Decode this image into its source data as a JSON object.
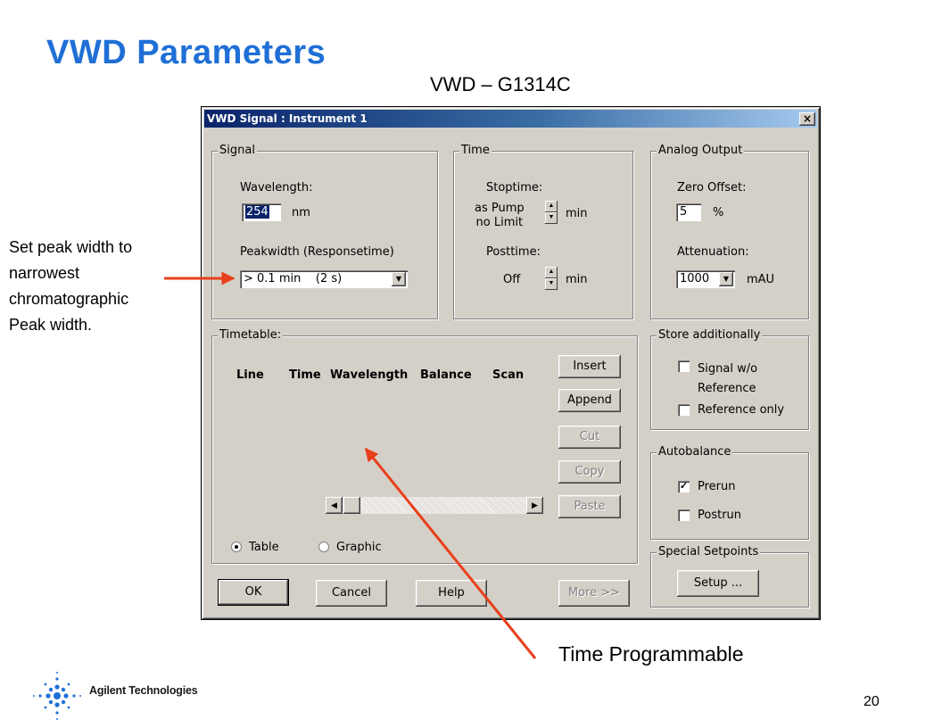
{
  "slide": {
    "title": "VWD Parameters",
    "dialog_caption": "VWD – G1314C",
    "callout_left": [
      "Set peak width to",
      "narrowest",
      "chromatographic",
      "Peak width."
    ],
    "callout_bottom": "Time Programmable",
    "page_number": "20",
    "brand": "Agilent Technologies"
  },
  "colors": {
    "title": "#1f6fd6",
    "arrow": "#e8401c",
    "titlebar": "#0a246a",
    "dialog_bg": "#d4d0c8"
  },
  "dialog": {
    "title": "VWD Signal : Instrument 1",
    "close": "×",
    "signal": {
      "group": "Signal",
      "wavelength_label": "Wavelength:",
      "wavelength_value": "254",
      "wavelength_unit": "nm",
      "peakwidth_label": "Peakwidth  (Responsetime)",
      "peakwidth_value": "> 0.1 min    (2 s)"
    },
    "time": {
      "group": "Time",
      "stoptime_label": "Stoptime:",
      "stoptime_value_1": "as Pump",
      "stoptime_value_2": "no Limit",
      "stoptime_unit": "min",
      "posttime_label": "Posttime:",
      "posttime_value": "Off",
      "posttime_unit": "min"
    },
    "analog": {
      "group": "Analog Output",
      "zero_offset_label": "Zero Offset:",
      "zero_offset_value": "5",
      "zero_offset_unit": "%",
      "attenuation_label": "Attenuation:",
      "attenuation_value": "1000",
      "attenuation_unit": "mAU"
    },
    "timetable": {
      "group": "Timetable:",
      "columns": [
        "Line",
        "Time",
        "Wavelength",
        "Balance",
        "Scan"
      ],
      "view_table": "Table",
      "view_graphic": "Graphic",
      "view_selected": "Table",
      "buttons": {
        "insert": "Insert",
        "append": "Append",
        "cut": "Cut",
        "copy": "Copy",
        "paste": "Paste"
      }
    },
    "store": {
      "group": "Store additionally",
      "signal_wo_1": "Signal w/o",
      "signal_wo_2": "Reference",
      "signal_wo_checked": false,
      "reference_only": "Reference only",
      "reference_only_checked": false
    },
    "autobalance": {
      "group": "Autobalance",
      "prerun": "Prerun",
      "prerun_checked": true,
      "postrun": "Postrun",
      "postrun_checked": false
    },
    "special": {
      "group": "Special Setpoints",
      "setup": "Setup ..."
    },
    "bottom_buttons": {
      "ok": "OK",
      "cancel": "Cancel",
      "help": "Help",
      "more": "More >>"
    }
  }
}
